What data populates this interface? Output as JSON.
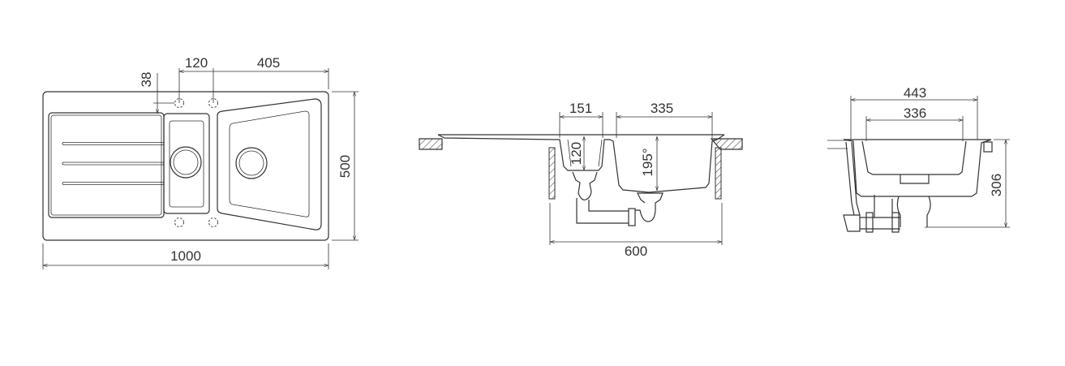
{
  "top_view": {
    "width": "1000",
    "depth": "500",
    "tap_offset_right": "405",
    "tap_spacing": "120",
    "tap_inset": "38"
  },
  "front_section": {
    "small_bowl_width": "151",
    "large_bowl_width": "335",
    "small_bowl_depth": "120",
    "large_bowl_depth": "195°",
    "cabinet_width": "600"
  },
  "side_section": {
    "overall_depth": "443",
    "bowl_depth_width": "336",
    "total_height": "306"
  }
}
